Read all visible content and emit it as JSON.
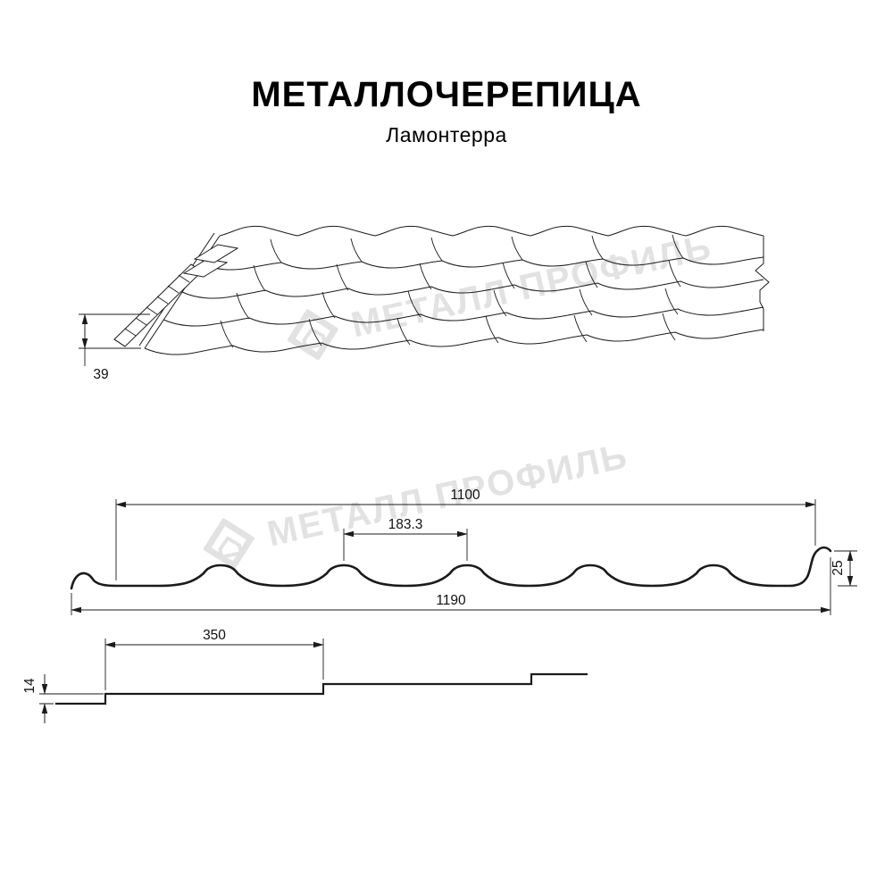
{
  "title": "МЕТАЛЛОЧЕРЕПИЦА",
  "subtitle": "Ламонтерра",
  "watermark": {
    "text": "МЕТАЛЛ ПРОФИЛЬ"
  },
  "colors": {
    "line": "#1b1b1b",
    "watermark": "#e2e2e2",
    "background": "#ffffff"
  },
  "dimensions": {
    "eave_height": "39",
    "cover_width": "1100",
    "wave_pitch": "183.3",
    "wave_height": "25",
    "sheet_width": "1190",
    "module_length": "350",
    "step_height": "14"
  }
}
